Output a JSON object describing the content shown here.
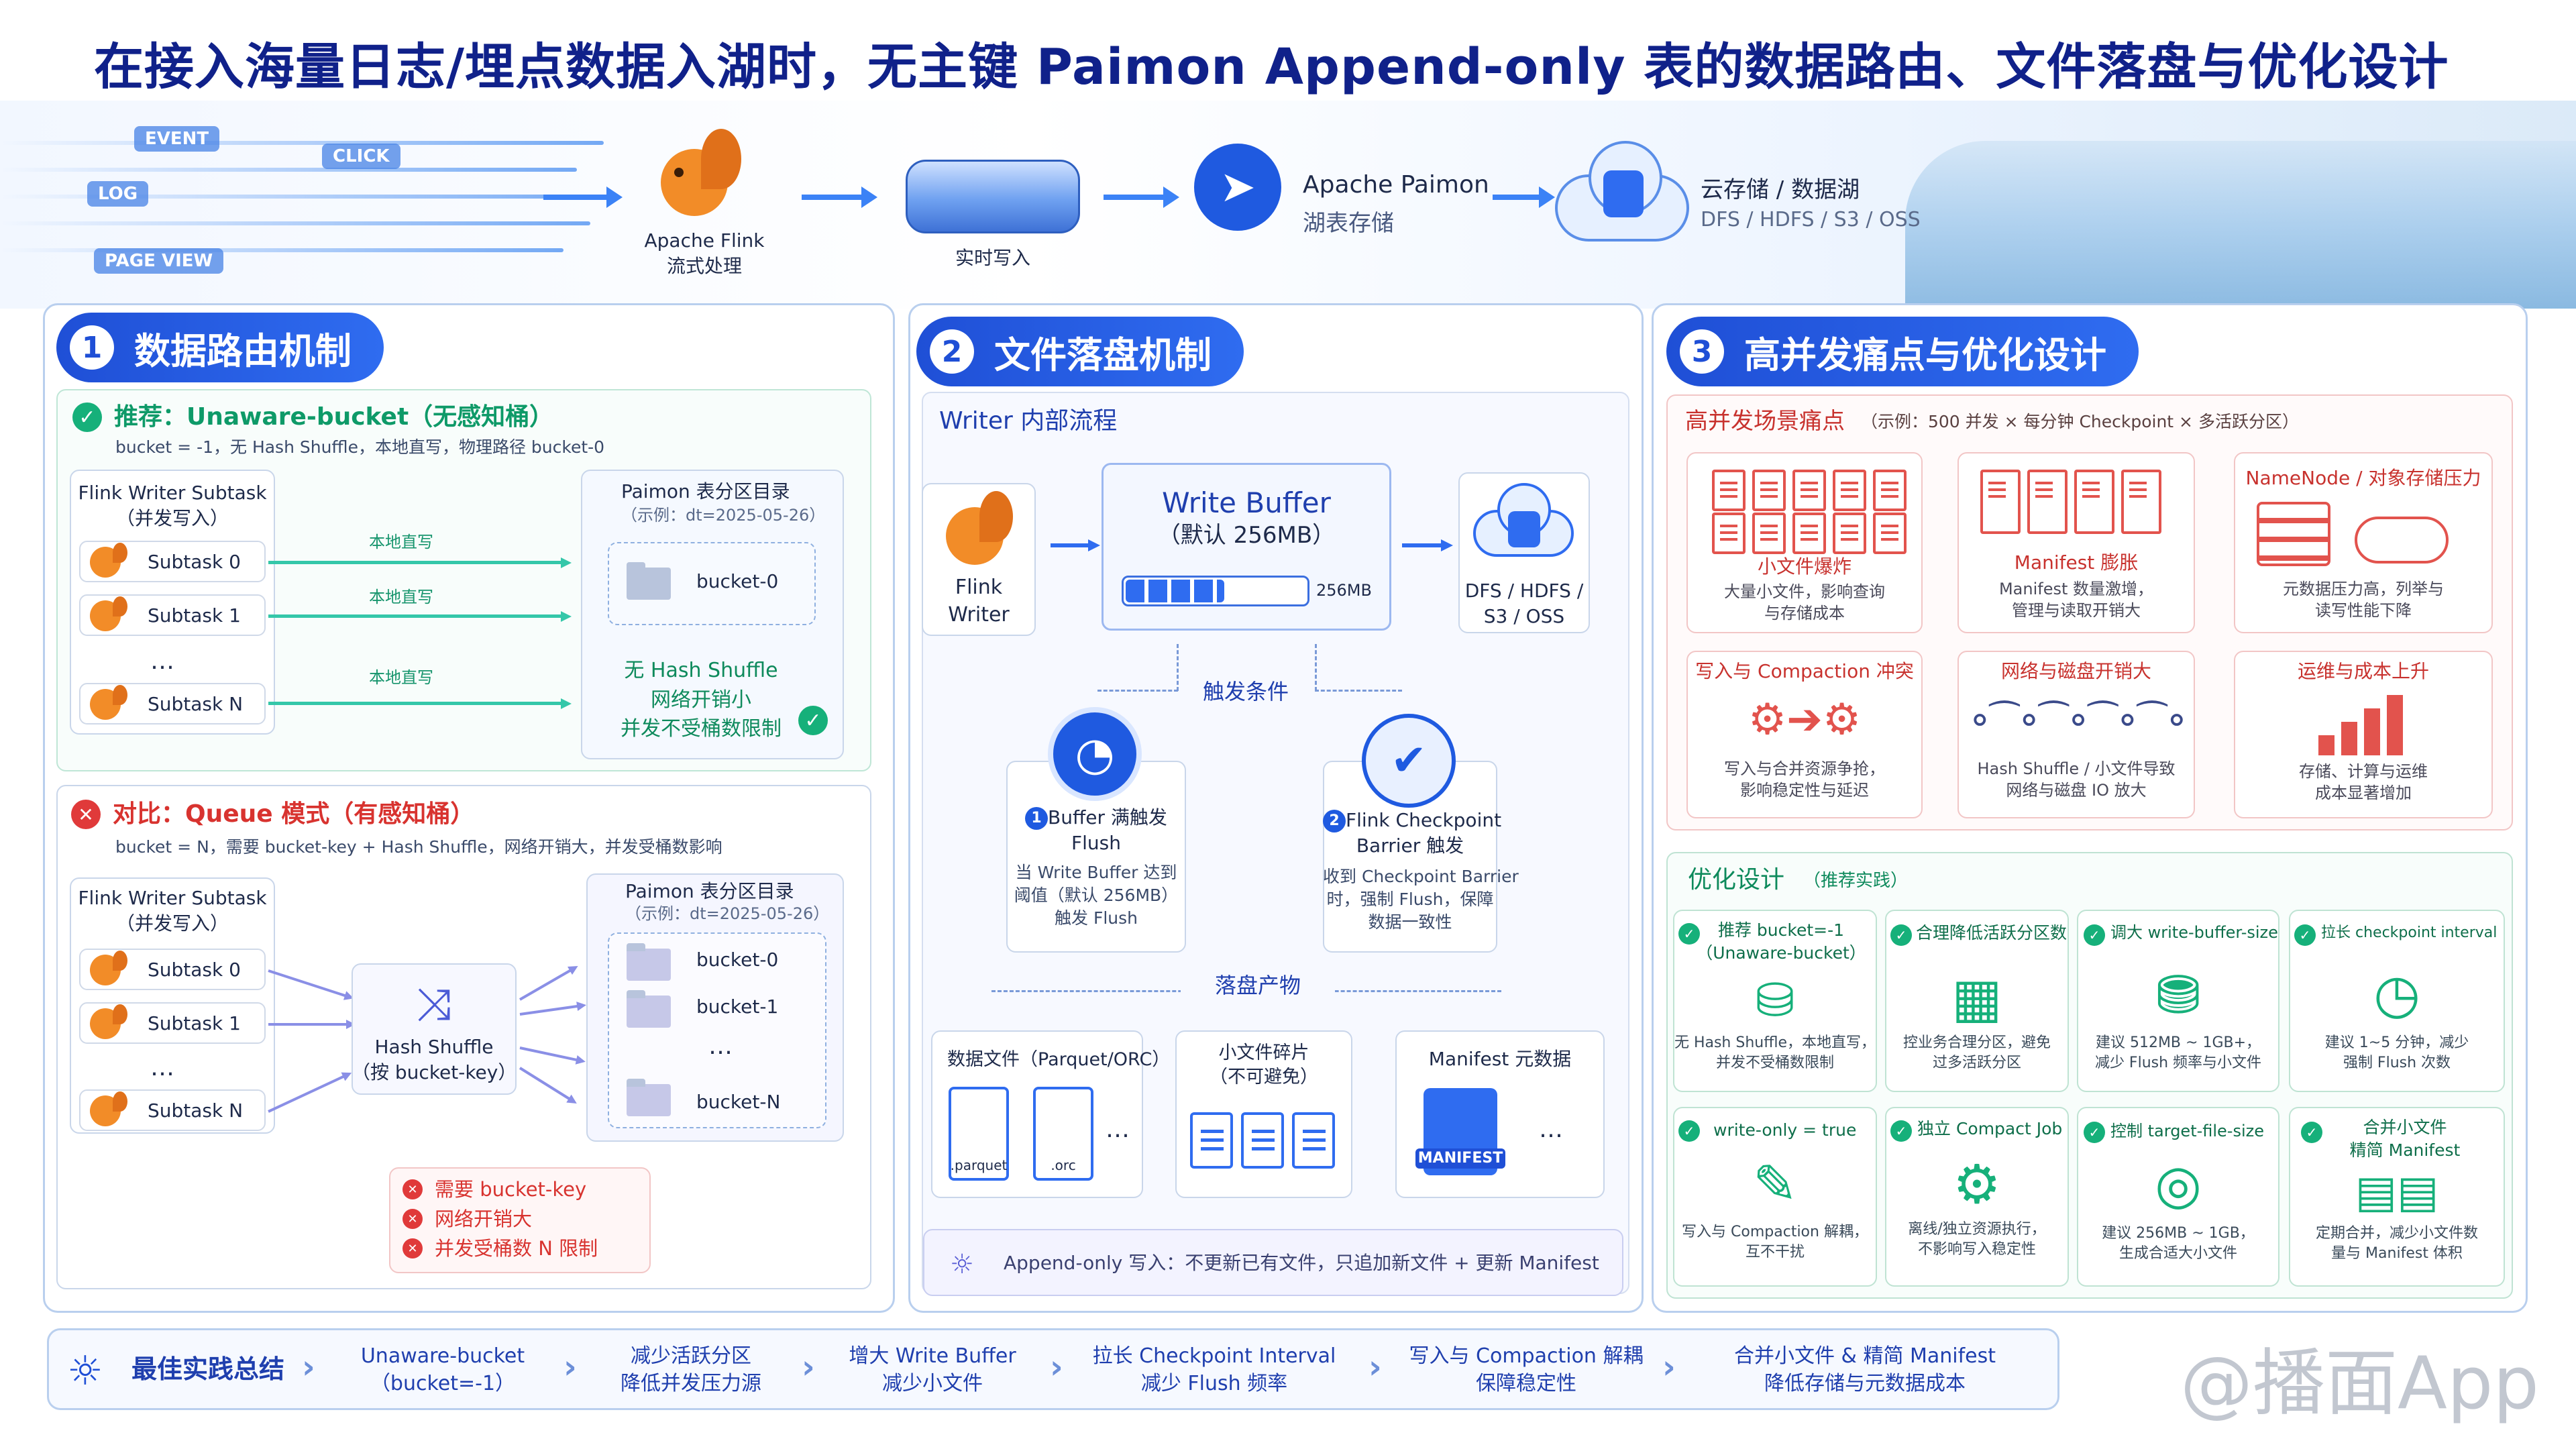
{
  "title": "在接入海量日志/埋点数据入湖时，无主键 Paimon Append-only 表的数据路由、文件落盘与优化设计",
  "banner": {
    "tags": [
      "EVENT",
      "CLICK",
      "LOG",
      "PAGE VIEW"
    ],
    "flink": "Apache Flink\n流式处理",
    "write": "实时写入",
    "paimon_name": "Apache Paimon",
    "paimon_sub": "湖表存储",
    "cloud_name": "云存储 / 数据湖",
    "cloud_sub": "DFS / HDFS / S3 / OSS"
  },
  "p1": {
    "num": "1",
    "title": "数据路由机制",
    "rec_title": "推荐：Unaware-bucket（无感知桶）",
    "rec_desc": "bucket = -1，无 Hash Shuffle，本地直写，物理路径 bucket-0",
    "writer_title": "Flink Writer Subtask\n（并发写入）",
    "subtasks": [
      "Subtask 0",
      "Subtask 1",
      "…",
      "Subtask N"
    ],
    "local_write": "本地直写",
    "dir_title": "Paimon 表分区目录",
    "dir_example": "（示例：dt=2025-05-26）",
    "bucket0": "bucket-0",
    "benefit": "无 Hash Shuffle\n网络开销小\n并发不受桶数限制",
    "cmp_title": "对比：Queue 模式（有感知桶）",
    "cmp_desc": "bucket = N，需要 bucket-key + Hash Shuffle，网络开销大，并发受桶数影响",
    "shuffle": "Hash Shuffle\n（按 bucket-key）",
    "buckets": [
      "bucket-0",
      "bucket-1",
      "…",
      "bucket-N"
    ],
    "cons": [
      "需要 bucket-key",
      "网络开销大",
      "并发受桶数 N 限制"
    ]
  },
  "p2": {
    "num": "2",
    "title": "文件落盘机制",
    "flow_title": "Writer 内部流程",
    "flink_writer": "Flink\nWriter",
    "buffer_title": "Write Buffer",
    "buffer_sub": "（默认 256MB）",
    "buffer_size": "256MB",
    "buffer_fill": 0.55,
    "dfs": "DFS / HDFS /\nS3 / OSS",
    "trigger": "触发条件",
    "t1_title": "Buffer 满触发\nFlush",
    "t1_desc": "当 Write Buffer 达到\n阈值（默认 256MB）\n触发 Flush",
    "t2_title": "Flink Checkpoint\nBarrier 触发",
    "t2_desc": "收到 Checkpoint Barrier\n时，强制 Flush，保障\n数据一致性",
    "t1_num": "1",
    "t2_num": "2",
    "output": "落盘产物",
    "o1_title": "数据文件（Parquet/ORC）",
    "o1_ext": [
      ".parquet",
      ".orc"
    ],
    "o2_title": "小文件碎片\n（不可避免）",
    "o3_title": "Manifest 元数据",
    "o3_tag": "MANIFEST",
    "dots": "…",
    "note": "Append-only 写入：不更新已有文件，只追加新文件 + 更新 Manifest"
  },
  "p3": {
    "num": "3",
    "title": "高并发痛点与优化设计",
    "pain_title": "高并发场景痛点",
    "pain_note": "（示例：500 并发 × 每分钟 Checkpoint × 多活跃分区）",
    "pains": [
      {
        "title": "小文件爆炸",
        "desc": "大量小文件，影响查询\n与存储成本"
      },
      {
        "title": "Manifest 膨胀",
        "desc": "Manifest 数量激增，\n管理与读取开销大"
      },
      {
        "title": "NameNode / 对象存储压力",
        "desc": "元数据压力高，列举与\n读写性能下降"
      },
      {
        "title": "写入与 Compaction 冲突",
        "desc": "写入与合并资源争抢，\n影响稳定性与延迟"
      },
      {
        "title": "网络与磁盘开销大",
        "desc": "Hash Shuffle / 小文件导致\n网络与磁盘 IO 放大"
      },
      {
        "title": "运维与成本上升",
        "desc": "存储、计算与运维\n成本显著增加"
      }
    ],
    "opt_title": "优化设计",
    "opt_note": "（推荐实践）",
    "opts": [
      {
        "title": "推荐 bucket=-1\n（Unaware-bucket）",
        "desc": "无 Hash Shuffle，本地直写，\n并发不受桶数限制"
      },
      {
        "title": "合理降低活跃分区数",
        "desc": "控业务合理分区，避免\n过多活跃分区"
      },
      {
        "title": "调大 write-buffer-size",
        "desc": "建议 512MB ~ 1GB+，\n减少 Flush 频率与小文件"
      },
      {
        "title": "拉长 checkpoint interval",
        "desc": "建议 1~5 分钟，减少\n强制 Flush 次数"
      },
      {
        "title": "write-only = true",
        "desc": "写入与 Compaction 解耦，\n互不干扰"
      },
      {
        "title": "独立 Compact Job",
        "desc": "离线/独立资源执行，\n不影响写入稳定性"
      },
      {
        "title": "控制 target-file-size",
        "desc": "建议 256MB ~ 1GB，\n生成合适大小文件"
      },
      {
        "title": "合并小文件\n精简 Manifest",
        "desc": "定期合并，减少小文件数\n量与 Manifest 体积"
      }
    ]
  },
  "summary": {
    "label": "最佳实践总结",
    "items": [
      "Unaware-bucket\n（bucket=-1）",
      "减少活跃分区\n降低并发压力源",
      "增大 Write Buffer\n减少小文件",
      "拉长 Checkpoint Interval\n减少 Flush 频率",
      "写入与 Compaction 解耦\n保障稳定性",
      "合并小文件 & 精简 Manifest\n降低存储与元数据成本"
    ]
  },
  "watermark": "@播面App",
  "colors": {
    "primary": "#1f4fd6",
    "accent": "#3b82f6",
    "green": "#16b07a",
    "red": "#e03a3a",
    "navy": "#10218a"
  }
}
